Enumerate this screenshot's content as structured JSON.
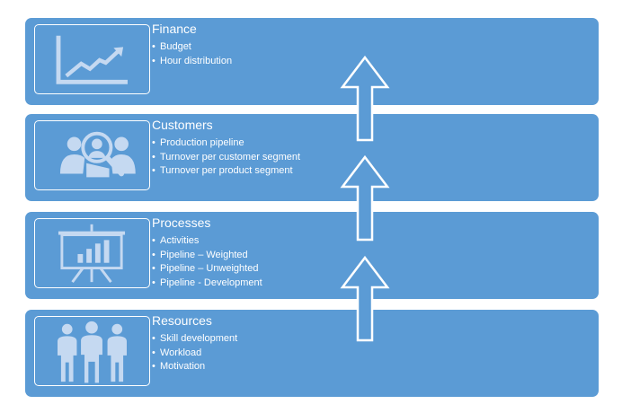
{
  "sections": [
    {
      "title": "Finance",
      "icon": "line-chart-icon",
      "items": [
        "Budget",
        "Hour distribution"
      ]
    },
    {
      "title": "Customers",
      "icon": "people-magnifier-icon",
      "items": [
        "Production pipeline",
        "Turnover per customer segment",
        "Turnover per product segment"
      ]
    },
    {
      "title": "Processes",
      "icon": "presentation-board-icon",
      "items": [
        "Activities",
        "Pipeline – Weighted",
        "Pipeline – Unweighted",
        "Pipeline - Development"
      ]
    },
    {
      "title": "Resources",
      "icon": "group-of-people-icon",
      "items": [
        "Skill development",
        "Workload",
        "Motivation"
      ]
    }
  ],
  "colors": {
    "band": "#5b9bd5",
    "icon": "#c5d9f1",
    "text": "#ffffff"
  }
}
